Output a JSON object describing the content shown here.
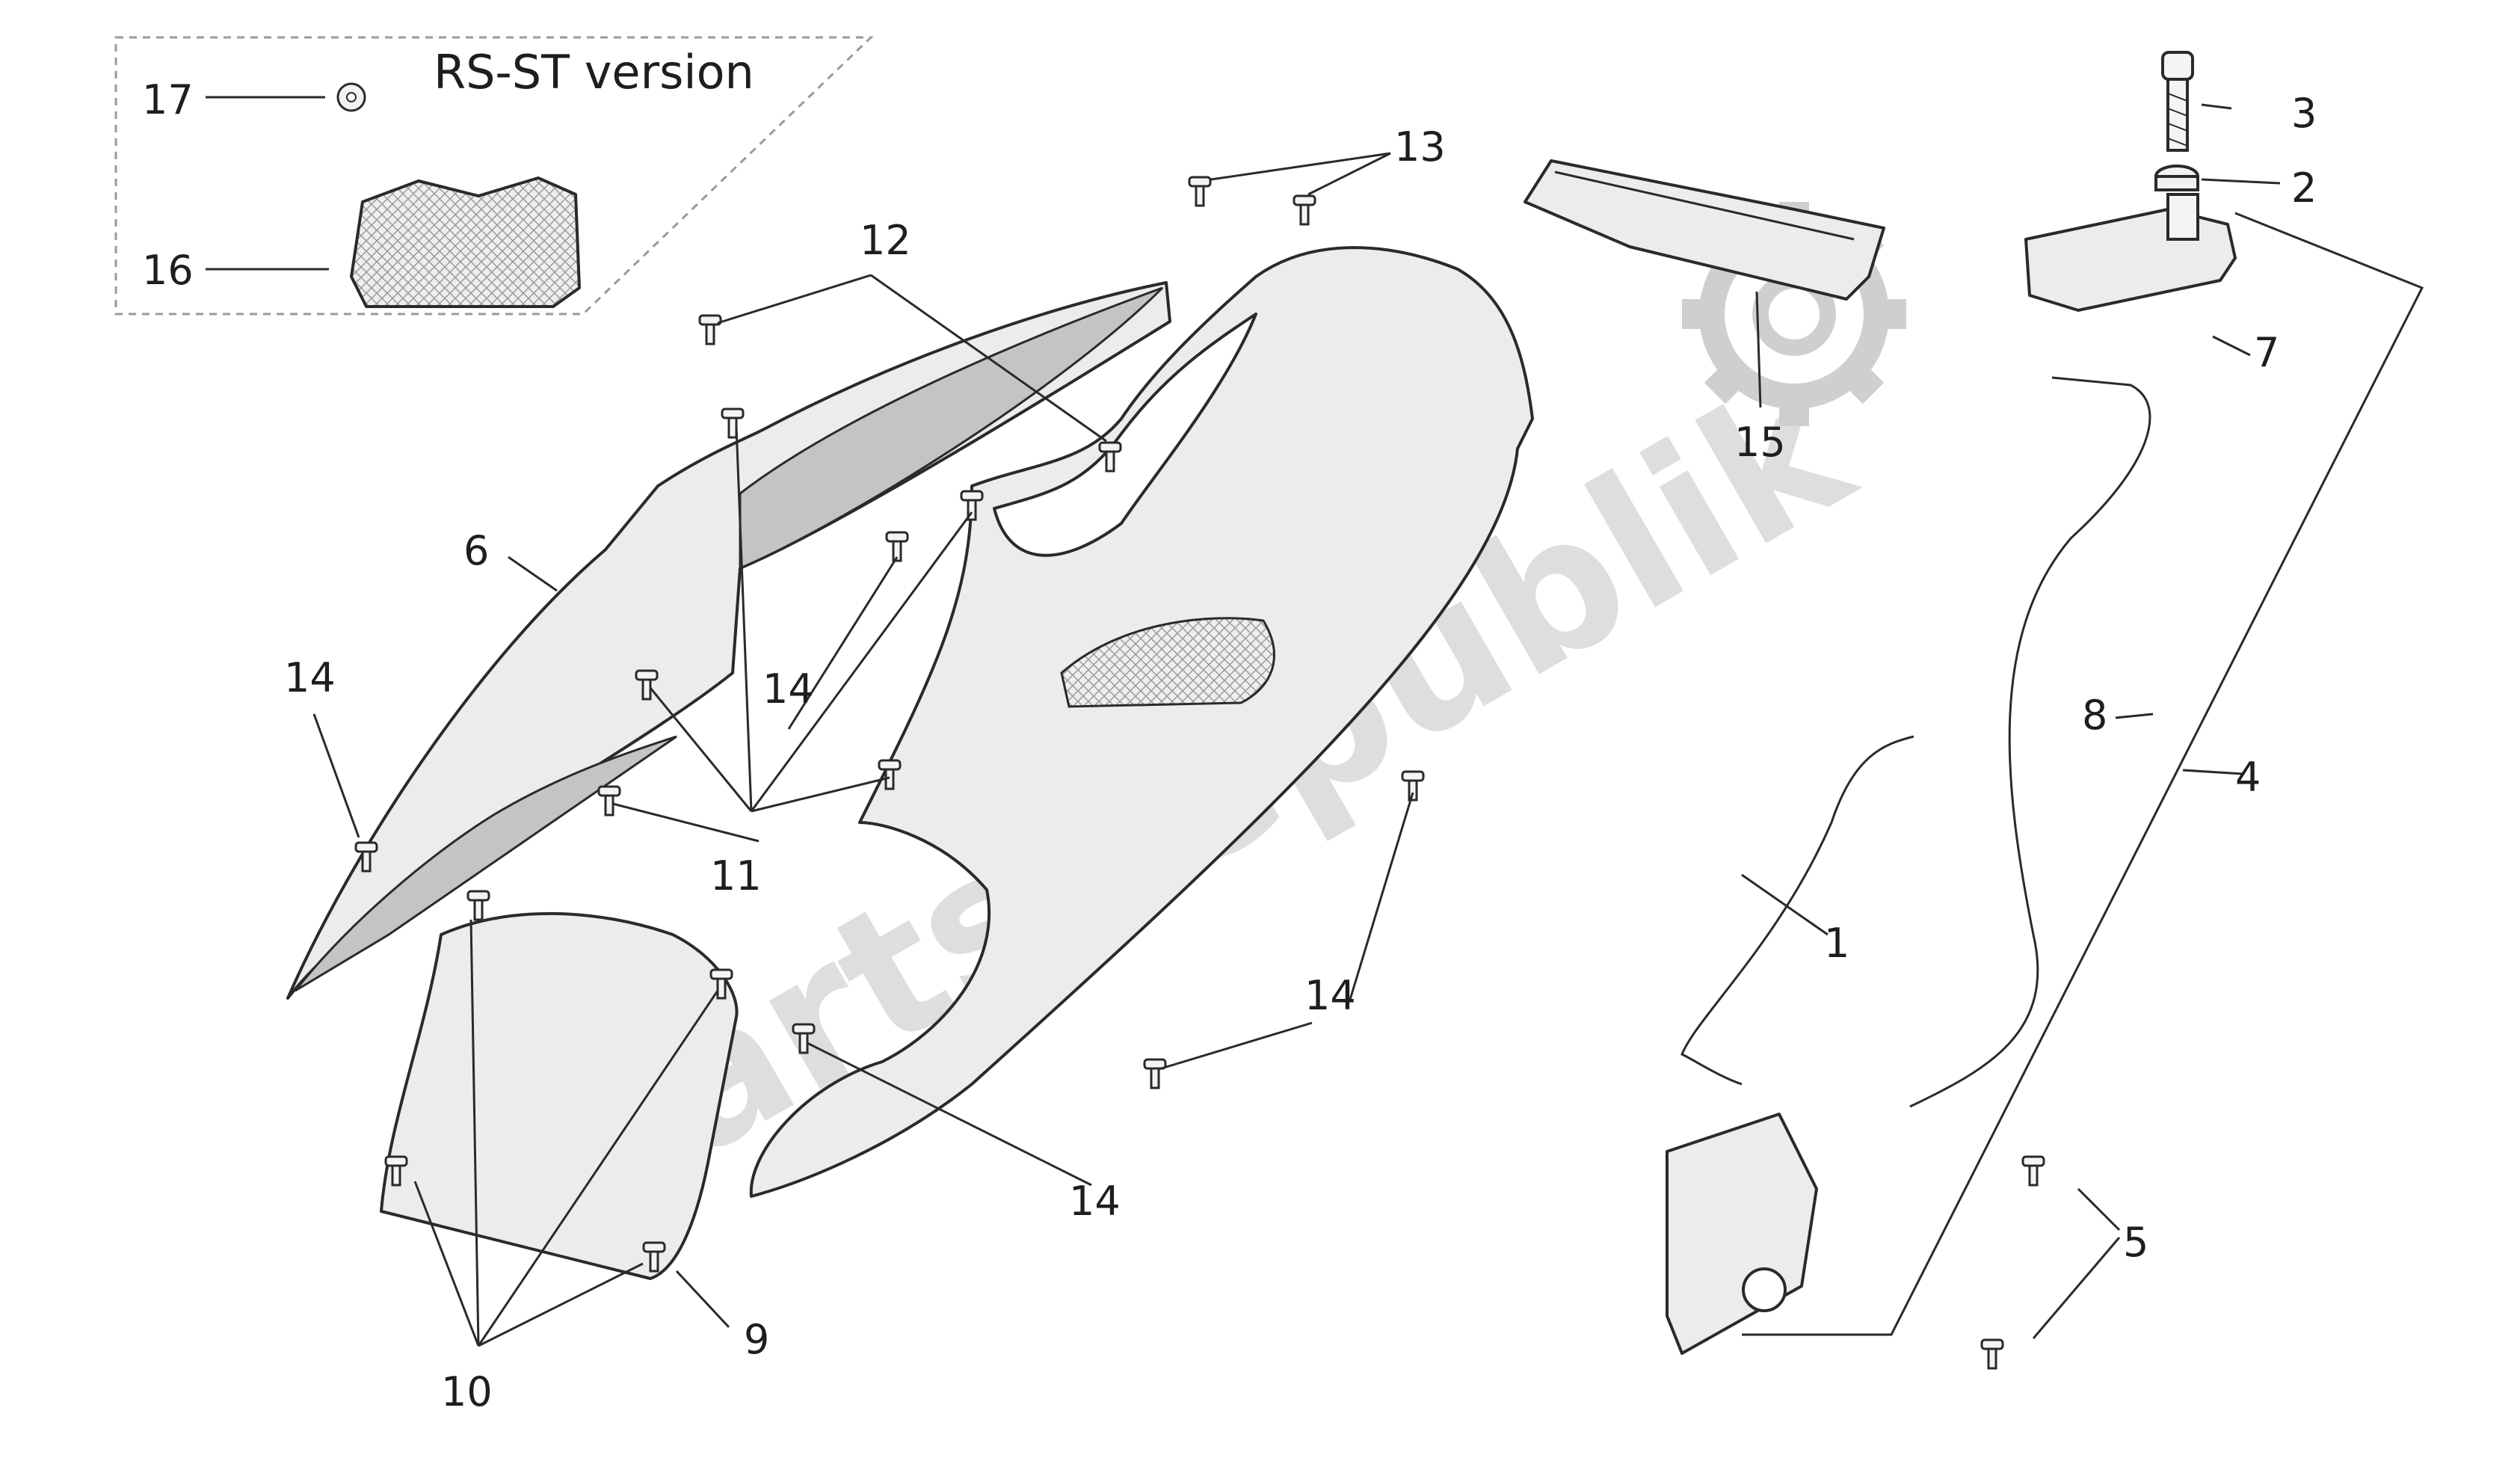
{
  "inset": {
    "title": "RS-ST version"
  },
  "watermark": {
    "text": "PartsRepublik"
  },
  "colors": {
    "line": "#2a2a2a",
    "part_fill": "#ececec",
    "part_shade": "#c4c4c4",
    "watermark": "#d4d4d4"
  },
  "icons": [
    "gear-icon",
    "screw-icon",
    "washer-icon"
  ],
  "labels": {
    "l1": "1",
    "l2": "2",
    "l3": "3",
    "l4": "4",
    "l5": "5",
    "l6": "6",
    "l7": "7",
    "l8": "8",
    "l9": "9",
    "l10": "10",
    "l11": "11",
    "l12": "12",
    "l13": "13",
    "l14a": "14",
    "l14b": "14",
    "l14c": "14",
    "l14d": "14",
    "l15": "15",
    "l16": "16",
    "l17": "17"
  }
}
